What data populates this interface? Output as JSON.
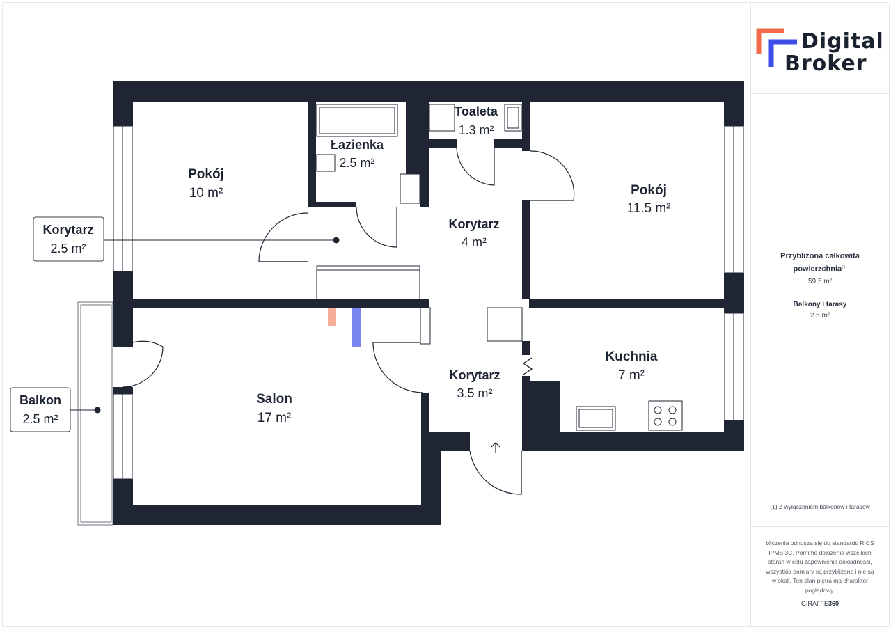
{
  "brand": {
    "line1": "Digital",
    "line2": "Broker",
    "accent_orange": "#f26b4a",
    "accent_blue": "#3d4ee8"
  },
  "rooms": [
    {
      "id": "pokoj1",
      "name": "Pokój",
      "area": "10 m²"
    },
    {
      "id": "lazienka",
      "name": "Łazienka",
      "area": "2.5 m²"
    },
    {
      "id": "toaleta",
      "name": "Toaleta",
      "area": "1.3 m²"
    },
    {
      "id": "pokoj2",
      "name": "Pokój",
      "area": "11.5 m²"
    },
    {
      "id": "korytarz1",
      "name": "Korytarz",
      "area": "4 m²"
    },
    {
      "id": "korytarz2",
      "name": "Korytarz",
      "area": "2.5 m²"
    },
    {
      "id": "korytarz3",
      "name": "Korytarz",
      "area": "3.5 m²"
    },
    {
      "id": "salon",
      "name": "Salon",
      "area": "17 m²"
    },
    {
      "id": "kuchnia",
      "name": "Kuchnia",
      "area": "7 m²"
    },
    {
      "id": "balkon",
      "name": "Balkon",
      "area": "2.5 m²"
    }
  ],
  "summary": {
    "total_label": "Przybliżona całkowita powierzchnia",
    "total_superscript": "(1)",
    "total_value": "59.5 m²",
    "balcony_label": "Balkony i tarasy",
    "balcony_value": "2.5 m²"
  },
  "footnote": "(1) Z wyłączeniem balkonów i tarasów",
  "disclaimer": "bliczenia odnoszą się do standardu RICS IPMS 3C. Pomimo dołożenia wszelkich starań w celu zapewnienia dokładności, wszystkie pomiary są przybliżone i nie są w skali. Ten plan piętra ma charakter poglądowy.",
  "credit": {
    "prefix": "GIRAFFE",
    "suffix": "360"
  },
  "colors": {
    "wall": "#1f2533",
    "background": "#ffffff",
    "text": "#1d2431",
    "line": "#3a3f4a"
  }
}
